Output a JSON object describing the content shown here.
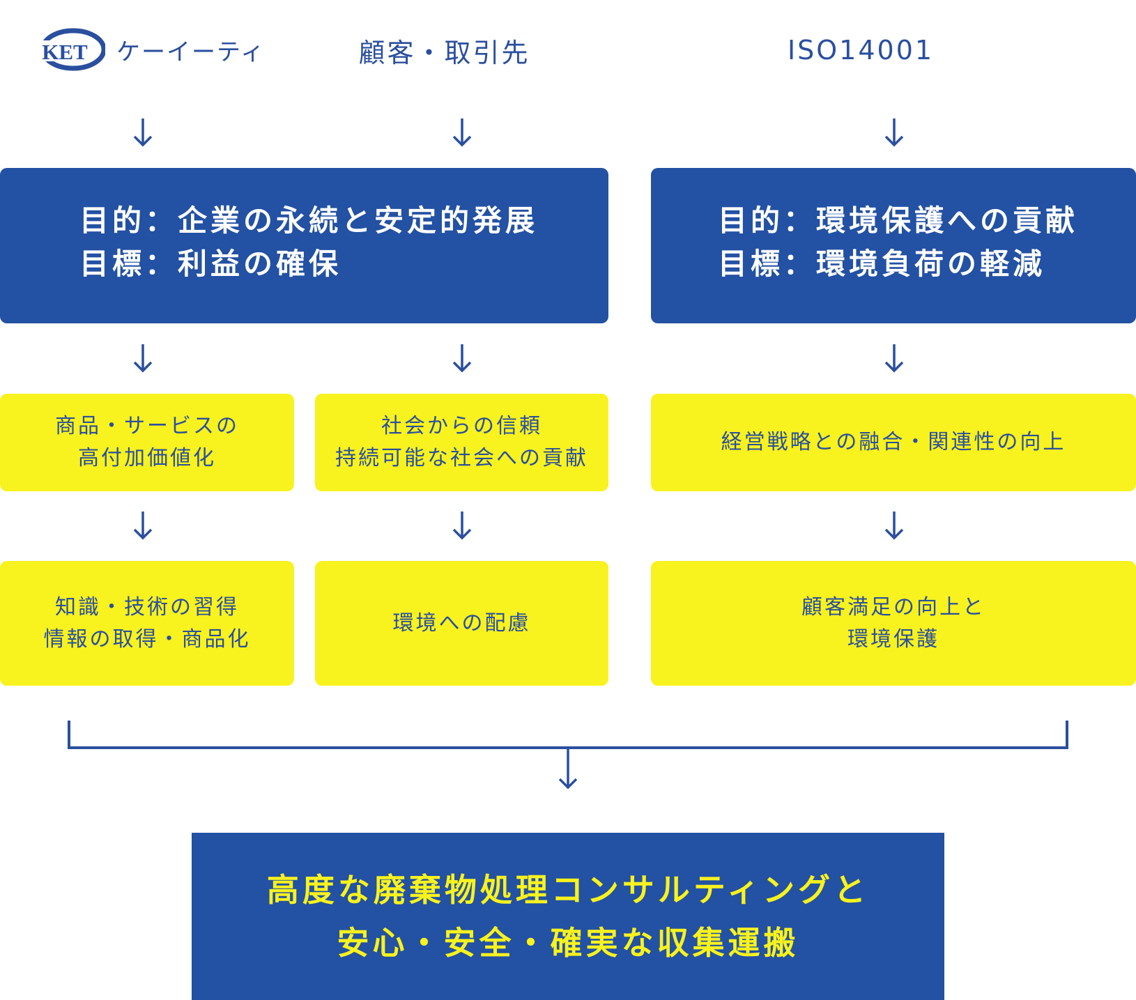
{
  "headers": {
    "logo": {
      "mark": "KET",
      "text": "ケーイーティ"
    },
    "col2": "顧客・取引先",
    "col3": "ISO14001"
  },
  "blue_boxes": {
    "left": {
      "line1": "目的：企業の永続と安定的発展",
      "line2": "目標：利益の確保"
    },
    "right": {
      "line1": "目的：環境保護への貢献",
      "line2": "目標：環境負荷の軽減"
    }
  },
  "yellow_row1": {
    "a": {
      "line1": "商品・サービスの",
      "line2": "高付加価値化"
    },
    "b": {
      "line1": "社会からの信頼",
      "line2": "持続可能な社会への貢献"
    },
    "c": {
      "line1": "経営戦略との融合・関連性の向上"
    }
  },
  "yellow_row2": {
    "a": {
      "line1": "知識・技術の習得",
      "line2": "情報の取得・商品化"
    },
    "b": {
      "line1": "環境への配慮"
    },
    "c": {
      "line1": "顧客満足の向上と",
      "line2": "環境保護"
    }
  },
  "bottom_box": {
    "line1": "高度な廃棄物処理コンサルティングと",
    "line2": "安心・安全・確実な収集運搬"
  },
  "colors": {
    "blue": "#2351a3",
    "yellow": "#f8f21e",
    "text_blue": "#2a4f9e"
  }
}
